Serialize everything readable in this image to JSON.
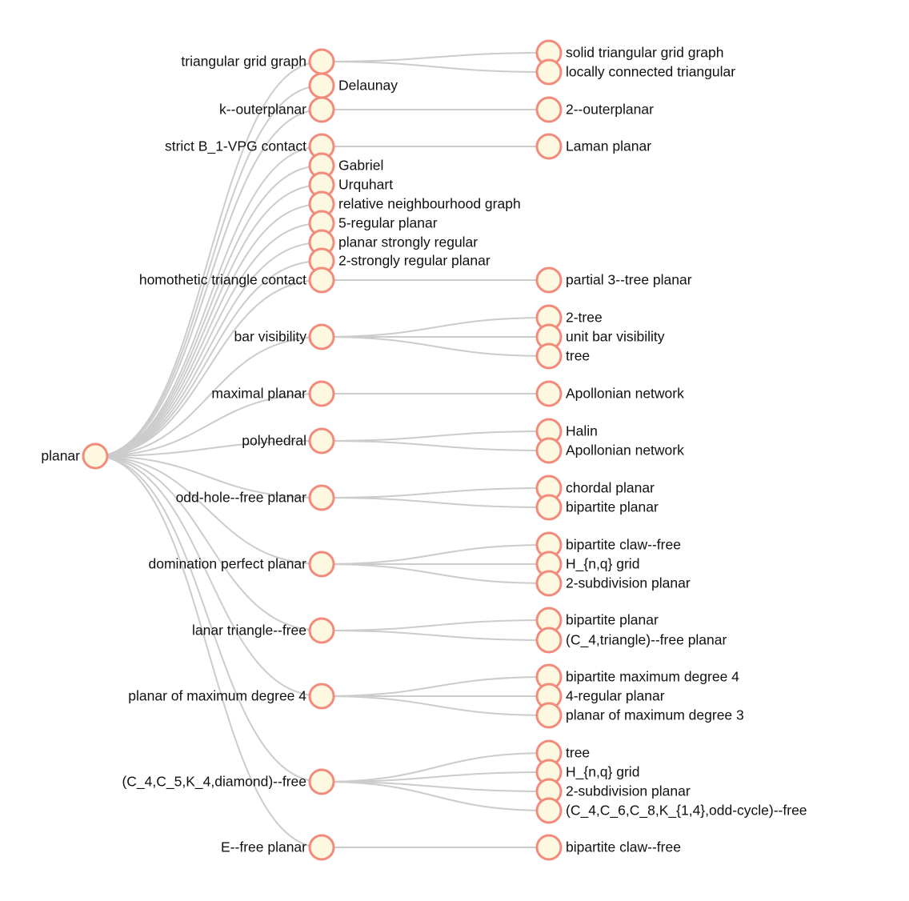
{
  "colors": {
    "link": "#cccccc",
    "node_fill": "#fff8e0",
    "node_stroke": "#f28b7b",
    "text": "#111111"
  },
  "tree": {
    "name": "planar",
    "children": [
      {
        "name": "triangular grid graph",
        "children": [
          {
            "name": "solid triangular grid graph"
          },
          {
            "name": "locally connected triangular"
          }
        ]
      },
      {
        "name": "Delaunay"
      },
      {
        "name": "k--outerplanar",
        "children": [
          {
            "name": "2--outerplanar"
          }
        ]
      },
      {
        "name": "strict B_1-VPG contact",
        "children": [
          {
            "name": "Laman planar"
          }
        ]
      },
      {
        "name": "Gabriel"
      },
      {
        "name": "Urquhart"
      },
      {
        "name": "relative neighbourhood graph"
      },
      {
        "name": "5-regular planar"
      },
      {
        "name": "planar strongly regular"
      },
      {
        "name": "2-strongly regular planar"
      },
      {
        "name": "homothetic triangle contact",
        "children": [
          {
            "name": "partial 3--tree planar"
          }
        ]
      },
      {
        "name": "bar visibility",
        "children": [
          {
            "name": "2-tree"
          },
          {
            "name": "unit bar visibility"
          },
          {
            "name": "tree"
          }
        ]
      },
      {
        "name": "maximal planar",
        "children": [
          {
            "name": "Apollonian network"
          }
        ]
      },
      {
        "name": "polyhedral",
        "children": [
          {
            "name": "Halin"
          },
          {
            "name": "Apollonian network"
          }
        ]
      },
      {
        "name": "odd-hole--free planar",
        "children": [
          {
            "name": "chordal planar"
          },
          {
            "name": "bipartite planar"
          }
        ]
      },
      {
        "name": "domination perfect planar",
        "children": [
          {
            "name": "bipartite claw--free"
          },
          {
            "name": "H_{n,q} grid"
          },
          {
            "name": "2-subdivision planar"
          }
        ]
      },
      {
        "name": "lanar triangle--free",
        "children": [
          {
            "name": "bipartite planar"
          },
          {
            "name": "(C_4,triangle)--free planar"
          }
        ]
      },
      {
        "name": "planar of maximum degree 4",
        "children": [
          {
            "name": "bipartite maximum degree 4"
          },
          {
            "name": "4-regular planar"
          },
          {
            "name": "planar of maximum degree 3"
          }
        ]
      },
      {
        "name": "(C_4,C_5,K_4,diamond)--free",
        "children": [
          {
            "name": "tree"
          },
          {
            "name": "H_{n,q} grid"
          },
          {
            "name": "2-subdivision planar"
          },
          {
            "name": "(C_4,C_6,C_8,K_{1,4},odd-cycle)--free"
          }
        ]
      },
      {
        "name": "E--free planar",
        "children": [
          {
            "name": "bipartite claw--free"
          }
        ]
      }
    ]
  }
}
